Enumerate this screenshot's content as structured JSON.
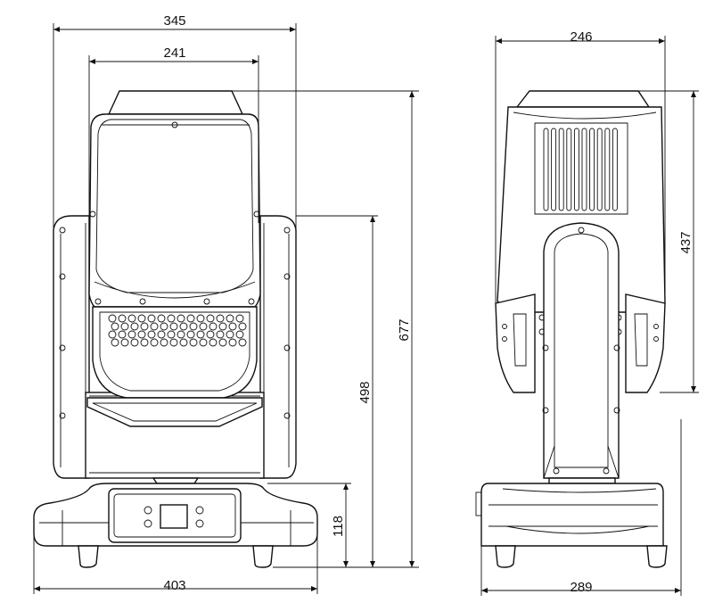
{
  "dimensions": {
    "front_head_width": "345",
    "front_lens_width": "241",
    "front_total_height": "677",
    "front_yoke_height": "498",
    "front_base_height": "118",
    "front_base_width": "403",
    "side_head_depth": "246",
    "side_head_height": "437",
    "side_base_depth": "289"
  }
}
